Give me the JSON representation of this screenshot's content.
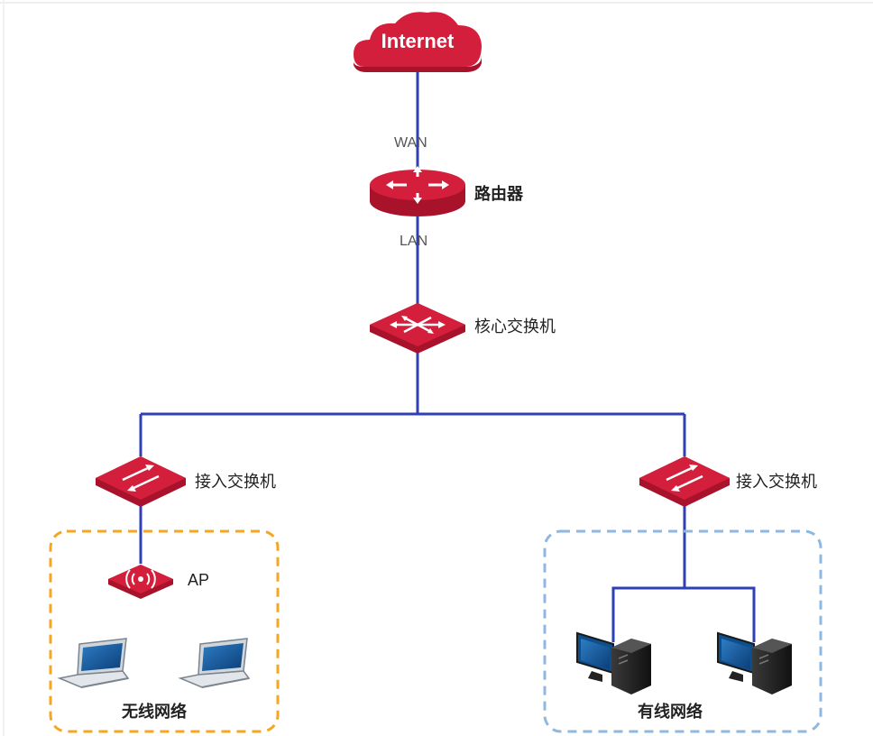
{
  "internet": {
    "label": "Internet"
  },
  "ports": {
    "wan": "WAN",
    "lan": "LAN"
  },
  "router": {
    "label": "路由器"
  },
  "core_switch": {
    "label": "核心交换机"
  },
  "access_switch_left": {
    "label": "接入交换机"
  },
  "access_switch_right": {
    "label": "接入交换机"
  },
  "ap": {
    "label": "AP"
  },
  "zones": {
    "wireless": "无线网络",
    "wired": "有线网络"
  },
  "colors": {
    "device_red": "#d41f3c",
    "device_dark": "#a8122b",
    "link_blue": "#2f3fb5",
    "wireless_border": "#f5a623",
    "wired_border": "#8fb8e0"
  },
  "icons": {
    "internet": "cloud-icon",
    "router": "router-icon",
    "switch": "switch-icon",
    "ap": "access-point-icon",
    "laptop": "laptop-icon",
    "desktop": "desktop-computer-icon"
  }
}
